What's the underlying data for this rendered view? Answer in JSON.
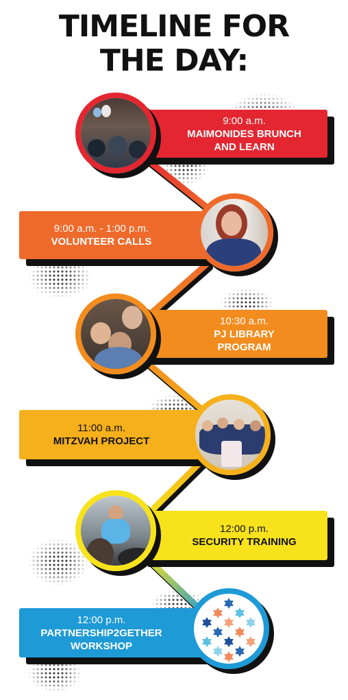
{
  "title": {
    "line1": "TIMELINE FOR",
    "line2": "THE DAY:"
  },
  "events": [
    {
      "time": "9:00 a.m.",
      "label_line1": "MAIMONIDES BRUNCH",
      "label_line2": "AND LEARN",
      "color": "#e32630"
    },
    {
      "time": "9:00 a.m. - 1:00 p.m.",
      "label_line1": "VOLUNTEER CALLS",
      "color": "#ee6a2b"
    },
    {
      "time": "10:30 a.m.",
      "label_line1": "PJ LIBRARY",
      "label_line2": "PROGRAM",
      "color": "#f28c1e"
    },
    {
      "time": "11:00 a.m.",
      "label_line1": "MITZVAH PROJECT",
      "color": "#f5b01b"
    },
    {
      "time": "12:00 p.m.",
      "label_line1": "SECURITY TRAINING",
      "color": "#f7e21b"
    },
    {
      "time": "12:00 p.m.",
      "label_line1": "PARTNERSHIP2GETHER",
      "label_line2": "WORKSHOP",
      "color": "#1e9ad6"
    }
  ]
}
